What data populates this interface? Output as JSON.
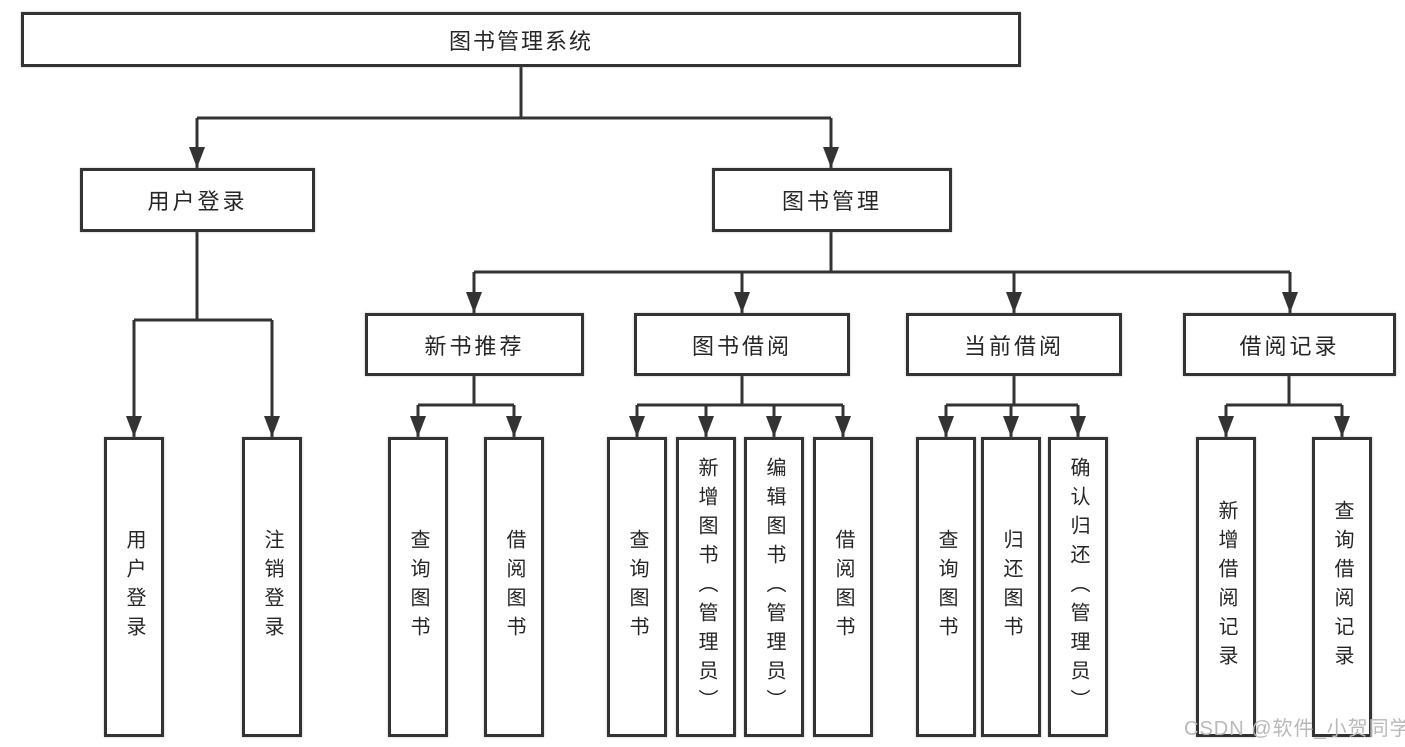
{
  "diagram_title": "图书管理系统",
  "tree": {
    "root": "图书管理系统",
    "branches": [
      {
        "label": "用户登录",
        "children": [
          "用户登录",
          "注销登录"
        ]
      },
      {
        "label": "图书管理",
        "children": [
          {
            "label": "新书推荐",
            "children": [
              "查询图书",
              "借阅图书"
            ]
          },
          {
            "label": "图书借阅",
            "children": [
              "查询图书",
              "新增图书（管理员）",
              "编辑图书（管理员）",
              "借阅图书"
            ]
          },
          {
            "label": "当前借阅",
            "children": [
              "查询图书",
              "归还图书",
              "确认归还（管理员）"
            ]
          },
          {
            "label": "借阅记录",
            "children": [
              "新增借阅记录",
              "查询借阅记录"
            ]
          }
        ]
      }
    ]
  },
  "watermark": "CSDN @软件_小贺同学",
  "colors": {
    "line": "#333333",
    "text": "#262626",
    "background": "#ffffff",
    "watermark": "#b9b9b9"
  }
}
